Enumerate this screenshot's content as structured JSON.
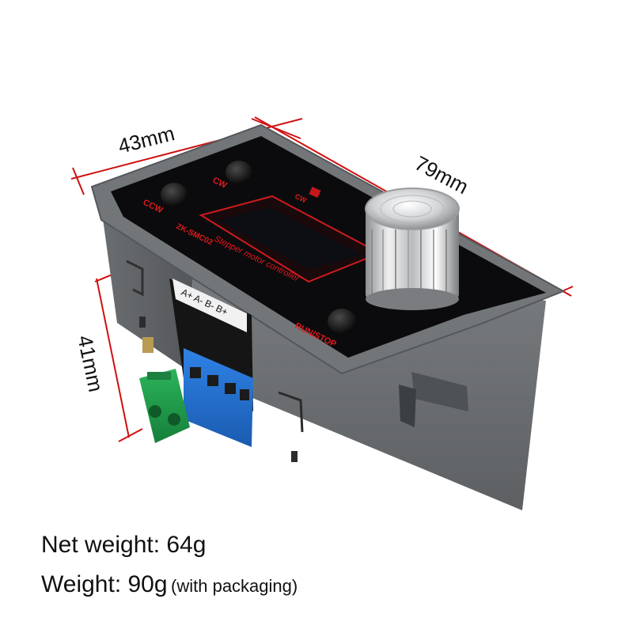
{
  "colors": {
    "dimension_line": "#d01010",
    "case_gray": "#6d7073",
    "panel_black": "#0b0b0d",
    "panel_red_text": "#e0191b",
    "terminal_blue": "#1f6fd1",
    "terminal_green": "#1f9b4a"
  },
  "dimensions": {
    "width_label": "43mm",
    "length_label": "79mm",
    "height_label": "41mm"
  },
  "panel": {
    "ccw_label": "CCW",
    "cw_label": "CW",
    "display_cw_label": "CW",
    "model_label": "ZK-SMC02",
    "product_label": "Stepper motor controller",
    "run_stop_label": "RUN/STOP",
    "terminal_label": "A+ A- B- B+"
  },
  "icons": {
    "knob": "rotary-knob-icon",
    "buttons": "push-button-icon"
  },
  "captions": {
    "net_weight": "Net weight: 64g",
    "weight_main": "Weight: 90g",
    "weight_note": "(with packaging)"
  }
}
